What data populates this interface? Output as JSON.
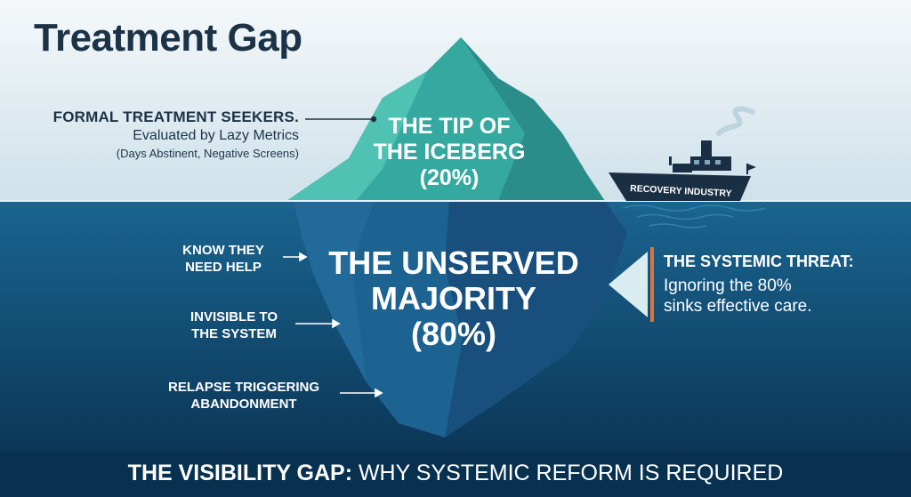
{
  "title": "Treatment Gap",
  "treatment_seekers": {
    "heading": "FORMAL TREATMENT SEEKERS.",
    "line2": "Evaluated by Lazy Metrics",
    "line3": "(Days Abstinent, Negative Screens)"
  },
  "tip": {
    "line1": "THE TIP OF",
    "line2": "THE ICEBERG",
    "line3": "(20%)",
    "percent": 20
  },
  "ship": {
    "label": "RECOVERY INDUSTRY"
  },
  "unserved": {
    "line1": "THE UNSERVED",
    "line2": "MAJORITY",
    "line3": "(80%)",
    "percent": 80
  },
  "side_labels": [
    {
      "line1": "KNOW THEY",
      "line2": "NEED HELP"
    },
    {
      "line1": "INVISIBLE TO",
      "line2": "THE SYSTEM"
    },
    {
      "line1": "RELAPSE TRIGGERING",
      "line2": "ABANDONMENT"
    }
  ],
  "threat": {
    "heading": "THE SYSTEMIC THREAT:",
    "line1": "Ignoring the 80%",
    "line2": "sinks effective care."
  },
  "footer": {
    "bold": "THE VISIBILITY GAP:",
    "rest": " WHY SYSTEMIC REFORM IS REQUIRED"
  },
  "colors": {
    "sky": "#e6eef3",
    "ocean": "#0f4b72",
    "ice_tip": "#33a9a0",
    "ice_underwater": "#1c5f8c",
    "footer": "#08304f",
    "accent_orange": "#e0733a"
  }
}
